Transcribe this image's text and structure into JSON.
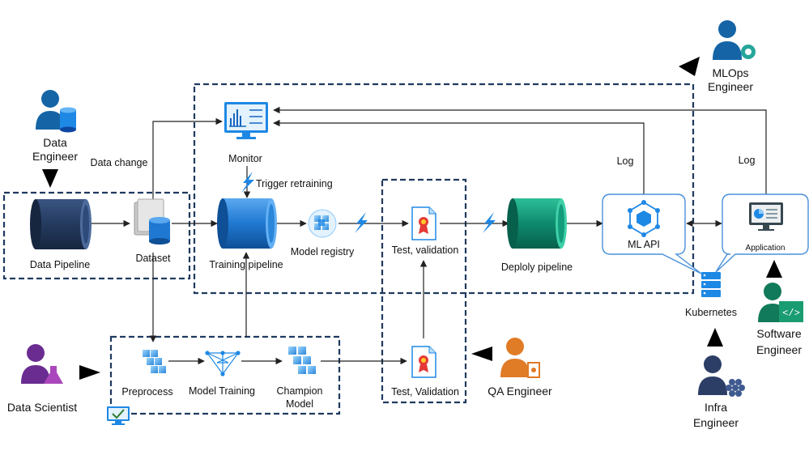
{
  "nodes": {
    "data_pipeline": "Data Pipeline",
    "dataset": "Dataset",
    "monitor": "Monitor",
    "trigger_retraining": "Trigger retraining",
    "training_pipeline": "Training pipeline",
    "model_registry": "Model registry",
    "test_validation_top": "Test, validation",
    "deploy_pipeline": "Deploly pipeline",
    "ml_api": "ML API",
    "application": "Application",
    "kubernetes": "Kubernetes",
    "preprocess": "Preprocess",
    "model_training": "Model Training",
    "champion_model_1": "Champion",
    "champion_model_2": "Model",
    "test_validation_bottom": "Test, Validation"
  },
  "edge_labels": {
    "data_change": "Data change",
    "log_api": "Log",
    "log_app": "Log"
  },
  "roles": {
    "data_engineer_1": "Data",
    "data_engineer_2": "Engineer",
    "mlops_engineer_1": "MLOps",
    "mlops_engineer_2": "Engineer",
    "data_scientist": "Data Scientist",
    "qa_engineer": "QA Engineer",
    "software_engineer_1": "Software",
    "software_engineer_2": "Engineer",
    "infra_engineer_1": "Infra",
    "infra_engineer_2": "Engineer"
  },
  "colors": {
    "pipeline_dark": "#243a5e",
    "pipeline_blue": "#1f78d1",
    "pipeline_teal": "#0e8a6e",
    "dashed_border": "#1f3a5f",
    "bubble_border": "#4a90d9",
    "person_blue": "#1565a6",
    "person_purple": "#6a2c91",
    "person_orange": "#e07b26",
    "person_green": "#117a5a",
    "person_navy": "#2c3e66"
  }
}
